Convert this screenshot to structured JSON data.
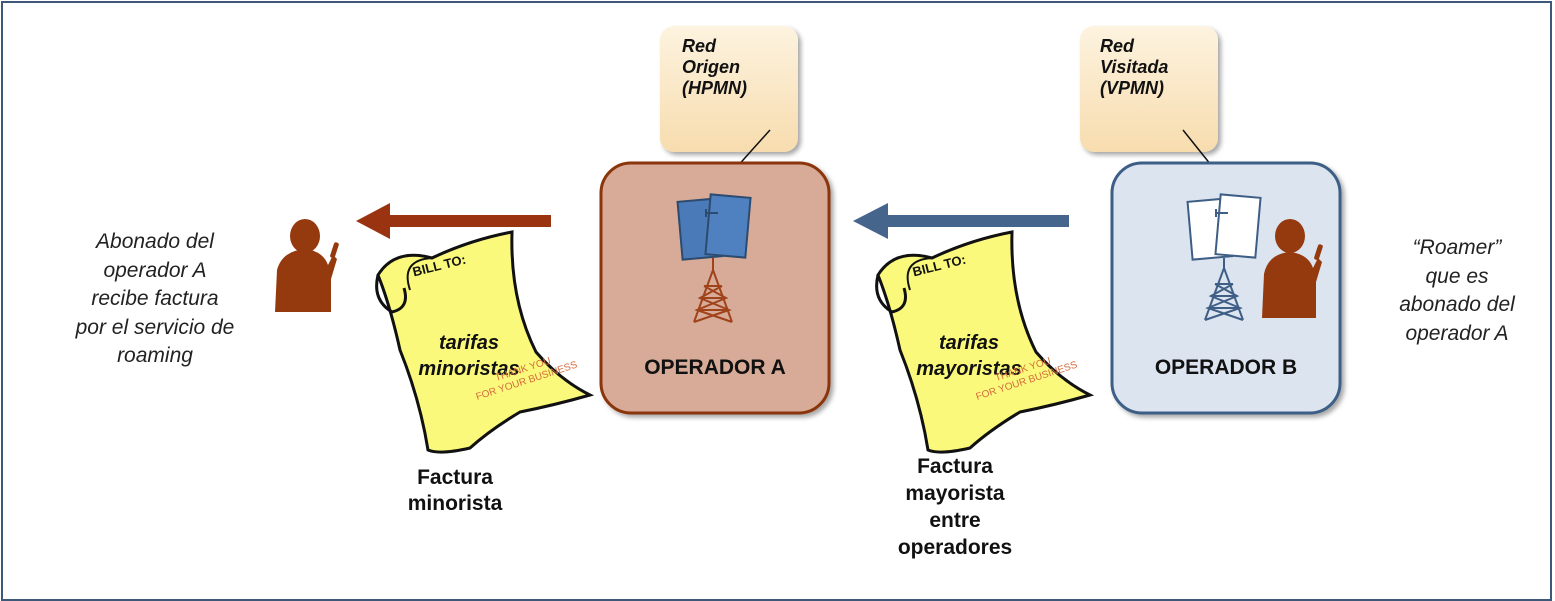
{
  "callouts": {
    "origin": "Red Origen (HPMN)",
    "origin_lines": [
      "Red",
      "Origen",
      "(HPMN)"
    ],
    "visited": "Red Visitada (VPMN)",
    "visited_lines": [
      "Red",
      "Visitada",
      "(VPMN)"
    ]
  },
  "operators": {
    "a_label": "OPERADOR A",
    "b_label": "OPERADOR B"
  },
  "left_caption": {
    "lines": [
      "Abonado del",
      "operador A",
      "recibe factura",
      "por el servicio de",
      "roaming"
    ]
  },
  "right_caption": {
    "lines": [
      "“Roamer”",
      "que es",
      "abonado del",
      "operador A"
    ]
  },
  "bills": {
    "retail": {
      "header": "BILL TO:",
      "body_lines": [
        "tarifas",
        "minoristas"
      ],
      "thanks_lines": [
        "THANK YOU",
        "FOR YOUR BUSINESS"
      ],
      "caption_lines": [
        "Factura",
        "minorista"
      ]
    },
    "wholesale": {
      "header": "BILL TO:",
      "body_lines": [
        "tarifas",
        "mayoristas"
      ],
      "thanks_lines": [
        "THANK YOU",
        "FOR YOUR BUSINESS"
      ],
      "caption_lines": [
        "Factura",
        "mayorista",
        "entre",
        "operadores"
      ]
    }
  },
  "colors": {
    "frame": "#3d5878",
    "operator_a_fill": "#d7ab97",
    "operator_a_stroke": "#8b3408",
    "operator_b_fill": "#dce4ef",
    "operator_b_stroke": "#3e5e86",
    "arrow_a": "#9a3410",
    "arrow_b": "#46658d",
    "person": "#953a0f",
    "bill_paper": "#fbf97b",
    "callout_fill": "#f9e3bd"
  }
}
